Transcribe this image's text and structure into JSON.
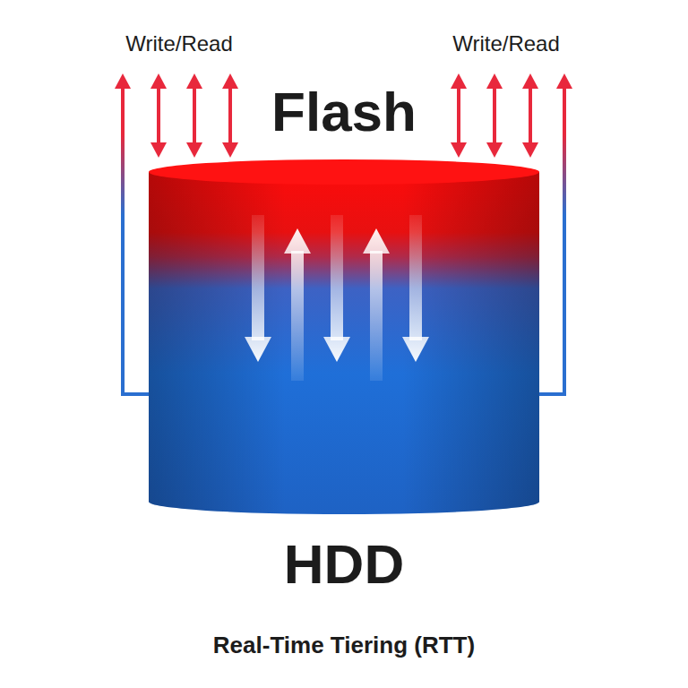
{
  "diagram": {
    "caption": "Real-Time Tiering (RTT)",
    "nodes": [
      {
        "text": [
          "Flash",
          "HDD"
        ]
      }
    ],
    "labels": [
      "Write/Read",
      "Write/Read"
    ]
  }
}
